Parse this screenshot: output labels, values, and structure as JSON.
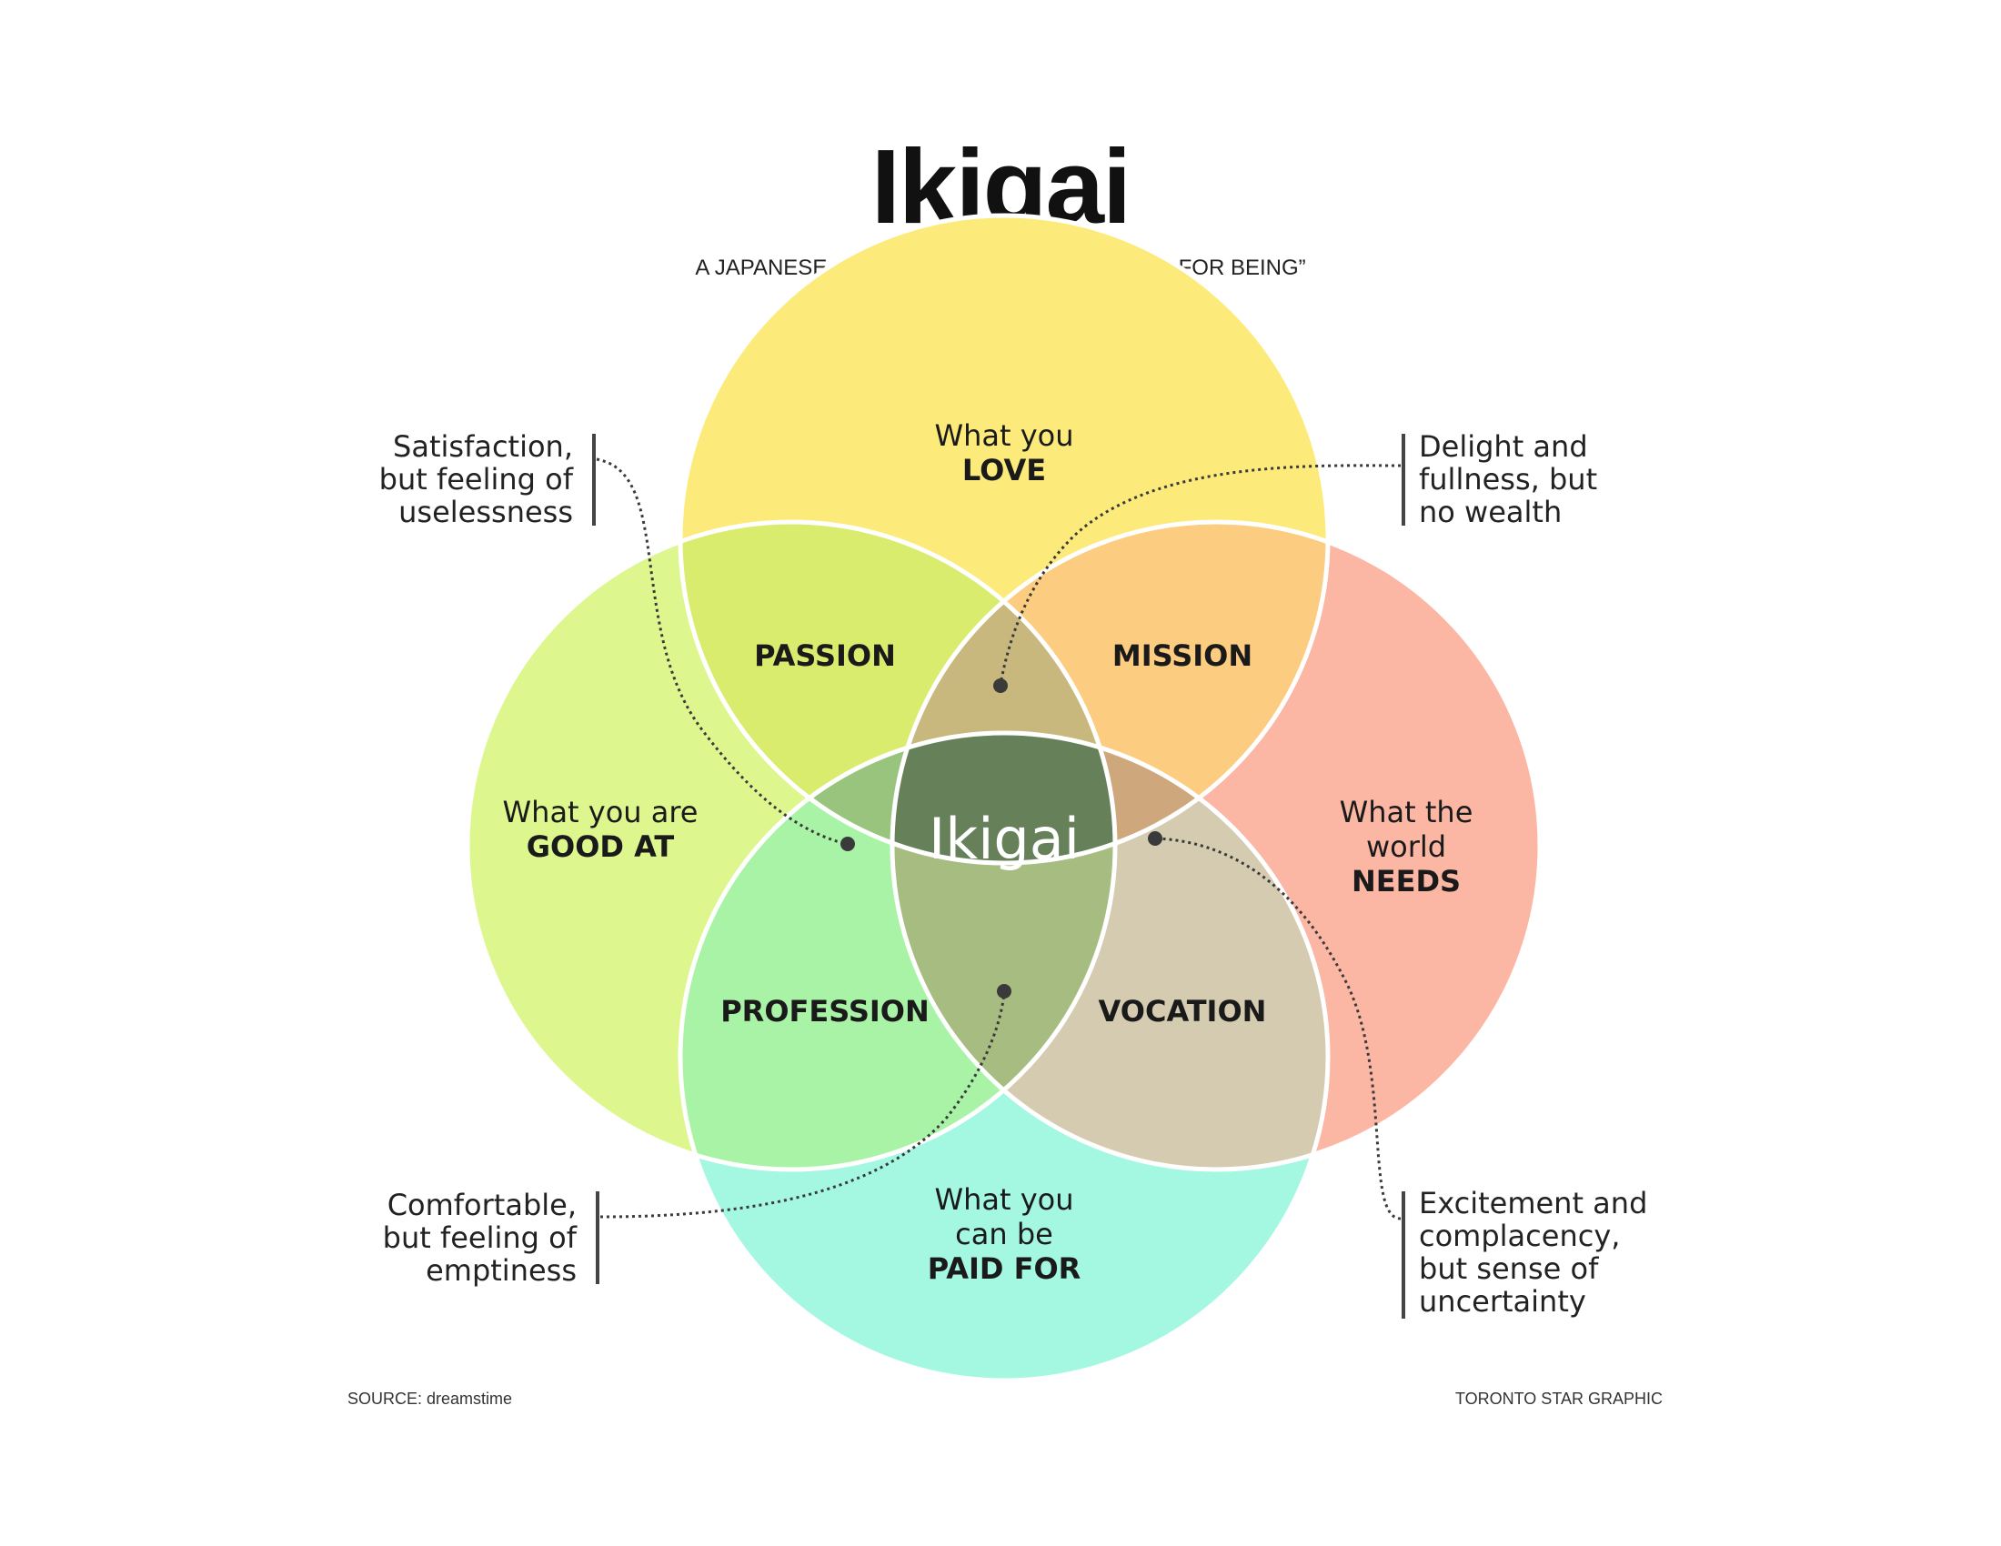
{
  "header": {
    "title": "Ikigai",
    "subtitle": "A JAPANESE CONCEPT MEANING “A REASON FOR BEING”"
  },
  "circles": {
    "love": {
      "line1": "What you",
      "line2": "LOVE",
      "color": "#FCEB7A"
    },
    "good": {
      "line1": "What you are",
      "line2": "GOOD AT",
      "color": "#DDF78E"
    },
    "needs": {
      "line1": "What the",
      "line2": "world",
      "line3": "NEEDS",
      "color": "#FBB6A4"
    },
    "paid": {
      "line1": "What you",
      "line2": "can be",
      "line3": "PAID FOR",
      "color": "#A4F7E0"
    }
  },
  "overlaps": {
    "passion": {
      "label": "PASSION",
      "color": "#D9EC6E"
    },
    "mission": {
      "label": "MISSION",
      "color": "#FCCC80"
    },
    "profession": {
      "label": "PROFESSION",
      "color": "#A9F3A6"
    },
    "vocation": {
      "label": "VOCATION",
      "color": "#D5CBB1"
    },
    "love_needs_paid": {
      "color": "#A6BC80"
    },
    "love_good_needs": {
      "color": "#C9B87E"
    },
    "good_paid_love": {
      "color": "#98C47E"
    },
    "needs_paid_love": {
      "color": "#CFA77C"
    }
  },
  "center": {
    "label": "Ikigai",
    "color": "#66805A"
  },
  "annotations": {
    "top_left": {
      "lines": [
        "Satisfaction,",
        "but feeling of",
        "uselessness"
      ]
    },
    "top_right": {
      "lines": [
        "Delight and",
        "fullness, but",
        "no wealth"
      ]
    },
    "bottom_left": {
      "lines": [
        "Comfortable,",
        "but feeling of",
        "emptiness"
      ]
    },
    "bottom_right": {
      "lines": [
        "Excitement and",
        "complacency,",
        "but sense of",
        "uncertainty"
      ]
    }
  },
  "footer": {
    "source": "SOURCE: dreamstime",
    "credit": "TORONTO STAR GRAPHIC"
  }
}
